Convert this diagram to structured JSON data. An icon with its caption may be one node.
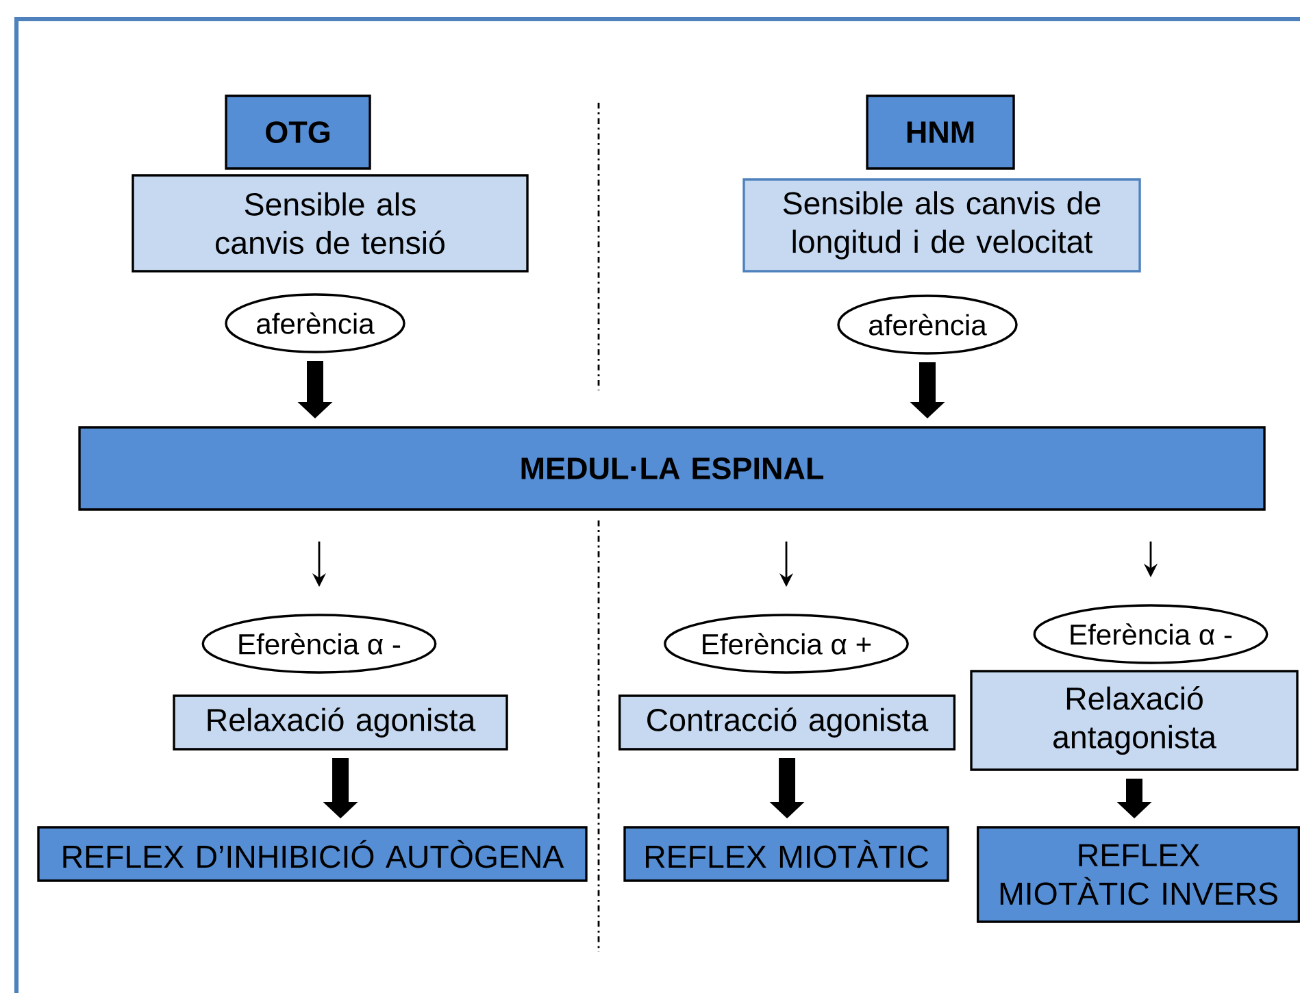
{
  "diagram": {
    "nodes": [
      {
        "text": [
          "OTG"
        ]
      },
      {
        "text": [
          "Sensible als canvis de tensió"
        ]
      },
      {
        "text": [
          "aferència"
        ]
      },
      {
        "text": [
          "HNM"
        ]
      },
      {
        "text": [
          "Sensible als canvis de longitud i de velocitat"
        ]
      },
      {
        "text": [
          "aferència"
        ]
      },
      {
        "text": [
          "MEDUL·LA ESPINAL"
        ]
      },
      {
        "text": [
          "Eferència α -"
        ]
      },
      {
        "text": [
          "Relaxació agonista"
        ]
      },
      {
        "text": [
          "REFLEX D’INHIBICIÓ AUTÒGENA"
        ]
      },
      {
        "text": [
          "Eferència α +"
        ]
      },
      {
        "text": [
          "Contracció agonista"
        ]
      },
      {
        "text": [
          "REFLEX MIOTÀTIC"
        ]
      },
      {
        "text": [
          "Eferència α -"
        ]
      },
      {
        "text": [
          "Relaxació antagonista"
        ]
      },
      {
        "text": [
          "REFLEX MIOTÀTIC INVERS"
        ]
      }
    ],
    "edges": [
      {
        "from": 2,
        "to": 6,
        "arrow": "to"
      },
      {
        "from": 5,
        "to": 6,
        "arrow": "to"
      },
      {
        "from": 6,
        "to": 7,
        "arrow": "to"
      },
      {
        "from": 6,
        "to": 10,
        "arrow": "to"
      },
      {
        "from": 6,
        "to": 13,
        "arrow": "to"
      },
      {
        "from": 8,
        "to": 9,
        "arrow": "to"
      },
      {
        "from": 11,
        "to": 12,
        "arrow": "to"
      },
      {
        "from": 14,
        "to": 15,
        "arrow": "to"
      }
    ]
  }
}
